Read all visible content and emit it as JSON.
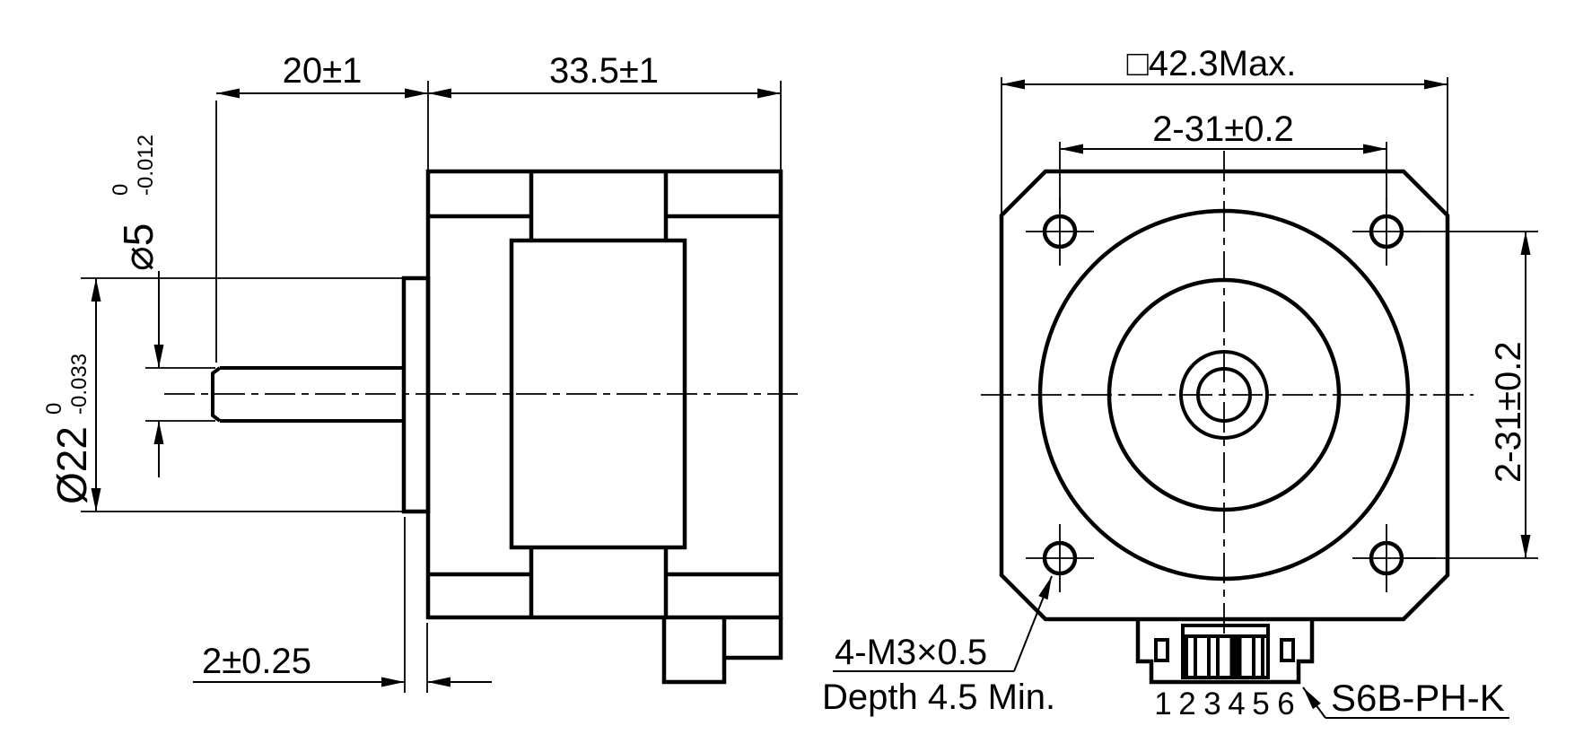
{
  "drawing": {
    "title": "stepper-motor-dimension-drawing",
    "colors": {
      "line": "#000000",
      "background": "#ffffff"
    },
    "side_view": {
      "shaft_length": "20±1",
      "body_length": "33.5±1",
      "shaft_diameter": {
        "main": "⌀5",
        "tol_upper": "0",
        "tol_lower": "-0.012"
      },
      "pilot_diameter": {
        "main": "Ø22",
        "tol_upper": "0",
        "tol_lower": "-0.033"
      },
      "pilot_thickness": "2±0.25"
    },
    "front_view": {
      "body_size": "□42.3Max.",
      "hole_spacing_horizontal": "2-31±0.2",
      "hole_spacing_vertical": "2-31±0.2",
      "thread_note_line1": "4-M3×0.5",
      "thread_note_line2": "Depth 4.5 Min.",
      "connector_model": "S6B-PH-K",
      "pin_numbers": [
        "1",
        "2",
        "3",
        "4",
        "5",
        "6"
      ]
    }
  }
}
